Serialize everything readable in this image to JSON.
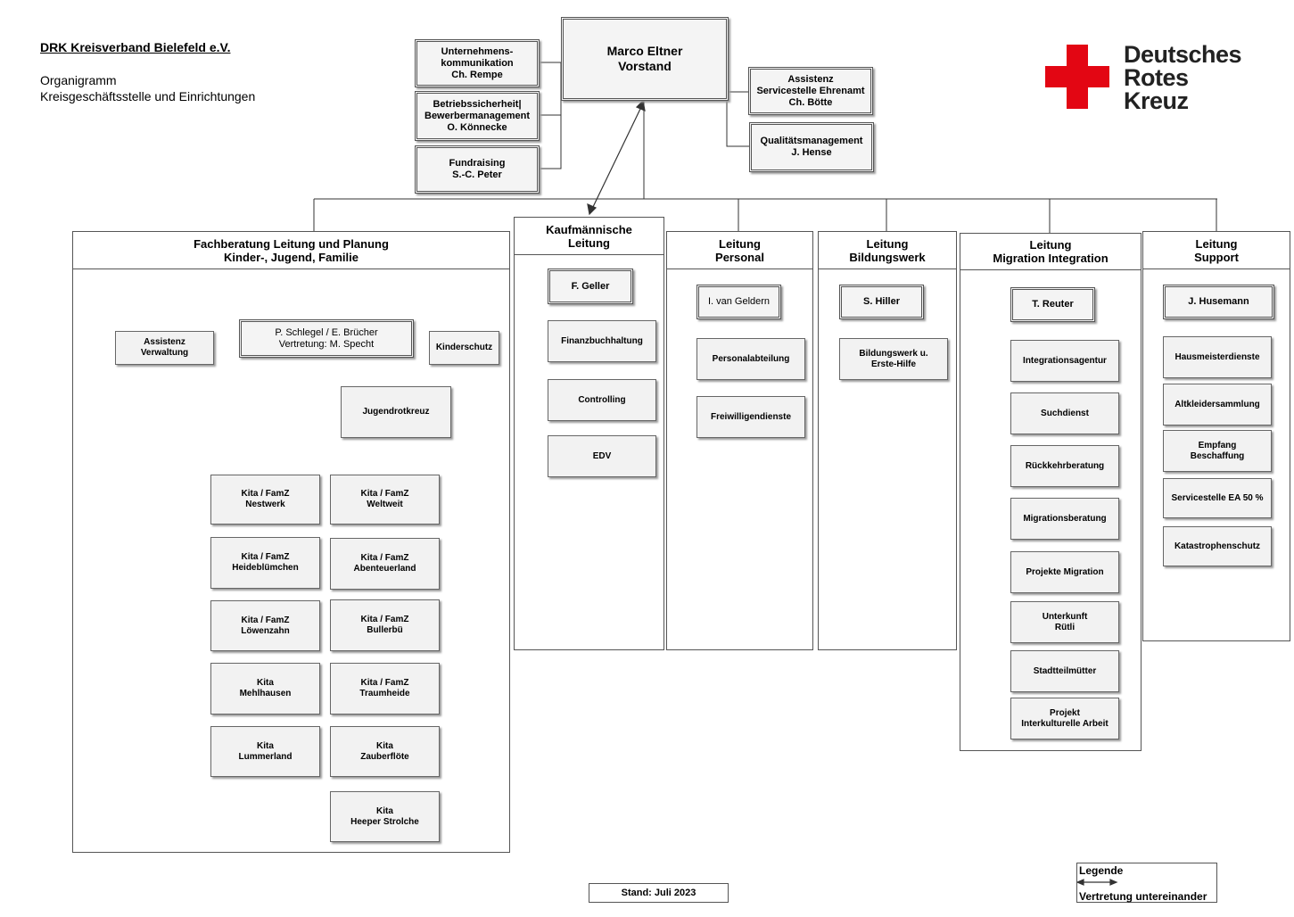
{
  "header": {
    "title": "DRK Kreisverband Bielefeld e.V.",
    "subtitle_1": "Organigramm",
    "subtitle_2": "Kreisgeschäftsstelle und Einrichtungen"
  },
  "logo": {
    "lines": [
      "Deutsches",
      "Rotes",
      "Kreuz"
    ],
    "cross_color": "#e30613"
  },
  "executive": {
    "name": "Marco Eltner",
    "role": "Vorstand"
  },
  "staff_left": [
    {
      "lines": [
        "Unternehmens-",
        "kommunikation",
        "Ch. Rempe"
      ]
    },
    {
      "lines": [
        "Betriebssicherheit|",
        "Bewerbermanagement",
        "O. Könnecke"
      ]
    },
    {
      "lines": [
        "Fundraising",
        "S.-C. Peter"
      ]
    }
  ],
  "staff_right": [
    {
      "lines": [
        "Assistenz",
        "Servicestelle Ehrenamt",
        "Ch. Bötte"
      ]
    },
    {
      "lines": [
        "Qualitätsmanagement",
        "J. Hense"
      ]
    }
  ],
  "departments": {
    "fachberatung": {
      "heading": [
        "Fachberatung Leitung und Planung",
        "Kinder-, Jugend, Familie"
      ],
      "lead": [
        "P. Schlegel / E. Brücher",
        "Vertretung: M. Specht"
      ],
      "assistenz": [
        "Assistenz",
        "Verwaltung"
      ],
      "kinderschutz": "Kinderschutz",
      "jugendrotkreuz": "Jugendrotkreuz",
      "kitas_left": [
        [
          "Kita / FamZ",
          "Nestwerk"
        ],
        [
          "Kita / FamZ",
          "Heideblümchen"
        ],
        [
          "Kita / FamZ",
          "Löwenzahn"
        ],
        [
          "Kita",
          "Mehlhausen"
        ],
        [
          "Kita",
          "Lummerland"
        ]
      ],
      "kitas_right": [
        [
          "Kita / FamZ",
          "Weltweit"
        ],
        [
          "Kita / FamZ",
          "Abenteuerland"
        ],
        [
          "Kita / FamZ",
          "Bullerbü"
        ],
        [
          "Kita / FamZ",
          "Traumheide"
        ],
        [
          "Kita",
          "Zauberflöte"
        ],
        [
          "Kita",
          "Heeper Strolche"
        ]
      ]
    },
    "kaufmaennisch": {
      "heading": [
        "Kaufmännische",
        "Leitung"
      ],
      "lead": "F. Geller",
      "items": [
        "Finanzbuchhaltung",
        "Controlling",
        "EDV"
      ]
    },
    "personal": {
      "heading": [
        "Leitung",
        "Personal"
      ],
      "lead": "I. van Geldern",
      "items": [
        "Personalabteilung",
        "Freiwilligendienste"
      ]
    },
    "bildungswerk": {
      "heading": [
        "Leitung",
        "Bildungswerk"
      ],
      "lead": "S. Hiller",
      "items": [
        [
          "Bildungswerk u.",
          "Erste-Hilfe"
        ]
      ]
    },
    "migration": {
      "heading": [
        "Leitung",
        "Migration Integration"
      ],
      "lead": "T. Reuter",
      "items": [
        [
          "Integrationsagentur"
        ],
        [
          "Suchdienst"
        ],
        [
          "Rückkehrberatung"
        ],
        [
          "Migrationsberatung"
        ],
        [
          "Projekte Migration"
        ],
        [
          "Unterkunft",
          "Rütli"
        ],
        [
          "Stadtteilmütter"
        ],
        [
          "Projekt",
          "Interkulturelle Arbeit"
        ]
      ]
    },
    "support": {
      "heading": [
        "Leitung",
        "Support"
      ],
      "lead": "J. Husemann",
      "items": [
        [
          "Hausmeisterdienste"
        ],
        [
          "Altkleidersammlung"
        ],
        [
          "Empfang",
          "Beschaffung"
        ],
        [
          "Servicestelle EA 50 %"
        ],
        [
          "Katastrophenschutz"
        ]
      ]
    }
  },
  "footer": {
    "stand": "Stand: Juli 2023"
  },
  "legend": {
    "title": "Legende",
    "label": "Vertretung untereinander"
  }
}
